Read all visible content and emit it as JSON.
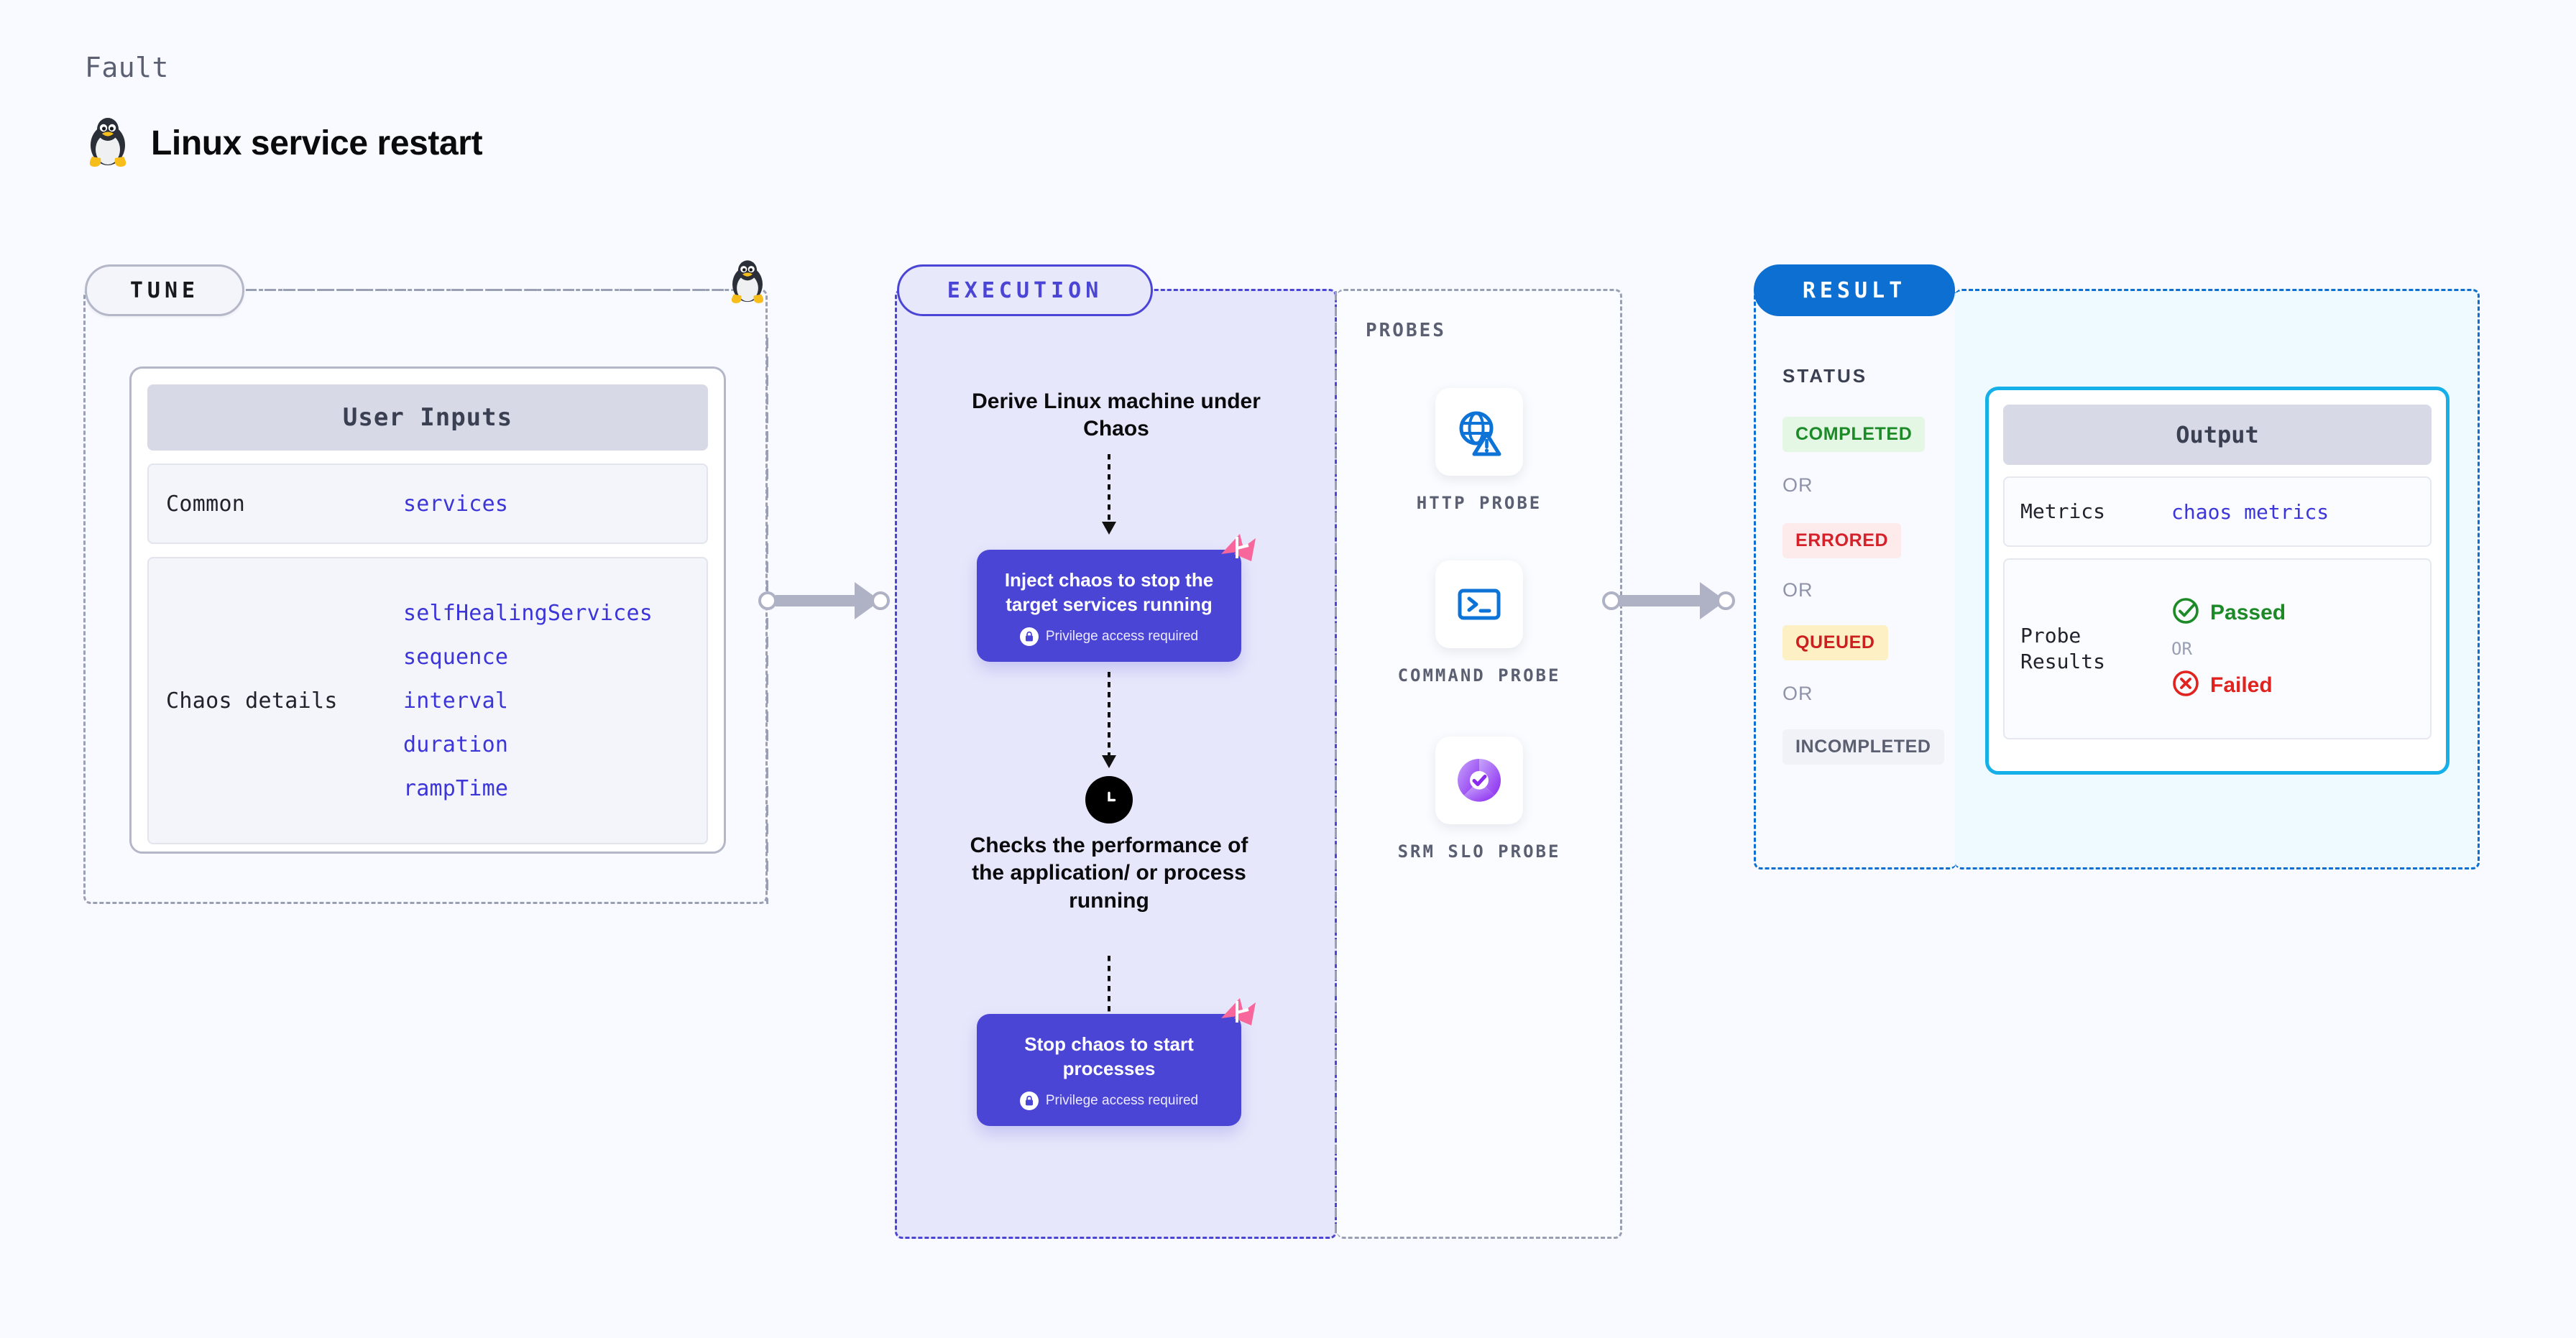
{
  "header": {
    "eyebrow": "Fault",
    "title": "Linux service restart",
    "icon": "linux-penguin-icon"
  },
  "stages": {
    "tune": {
      "label": "TUNE"
    },
    "execution": {
      "label": "EXECUTION"
    },
    "result": {
      "label": "RESULT"
    }
  },
  "tune": {
    "card_title": "User Inputs",
    "sections": [
      {
        "label": "Common",
        "values": [
          "services"
        ]
      },
      {
        "label": "Chaos details",
        "values": [
          "selfHealingServices",
          "sequence",
          "interval",
          "duration",
          "rampTime"
        ]
      }
    ]
  },
  "execution": {
    "step1_title": "Derive Linux machine under Chaos",
    "node1": {
      "title": "Inject chaos to stop the target services running",
      "badge": "Privilege access required",
      "badge_icon": "lock-icon",
      "corner_icon": "harness-logo-icon"
    },
    "step2_icon": "clock-icon",
    "step2_title": "Checks the performance of the application/ or process running",
    "node2": {
      "title": "Stop chaos to start processes",
      "badge": "Privilege access required",
      "badge_icon": "lock-icon",
      "corner_icon": "harness-logo-icon"
    }
  },
  "probes": {
    "title": "PROBES",
    "items": [
      {
        "label": "HTTP PROBE",
        "icon": "globe-warning-icon"
      },
      {
        "label": "COMMAND PROBE",
        "icon": "terminal-icon"
      },
      {
        "label": "SRM SLO PROBE",
        "icon": "slo-check-icon"
      }
    ]
  },
  "result": {
    "status_title": "STATUS",
    "or_label": "OR",
    "statuses": [
      {
        "label": "COMPLETED",
        "color": "#1b8a27",
        "bg": "#e4f7e4"
      },
      {
        "label": "ERRORED",
        "color": "#d4212a",
        "bg": "#fdeaea"
      },
      {
        "label": "QUEUED",
        "color": "#cc1f1f",
        "bg": "#fdf0c4"
      },
      {
        "label": "INCOMPLETED",
        "color": "#5b5f72",
        "bg": "#f1f2f7"
      }
    ],
    "output": {
      "title": "Output",
      "metrics_label": "Metrics",
      "metrics_value": "chaos metrics",
      "probe_results_label": "Probe Results",
      "passed_label": "Passed",
      "failed_label": "Failed",
      "or_label": "OR",
      "passed_icon": "check-circle-icon",
      "failed_icon": "x-circle-icon"
    }
  },
  "colors": {
    "accent_purple": "#4b45d6",
    "accent_blue": "#0d6fd1",
    "accent_cyan": "#16b0e8",
    "pink": "#f876a4",
    "pass_green": "#1b8a27",
    "fail_red": "#e0231f",
    "grey_connector": "#aeb2c4"
  }
}
